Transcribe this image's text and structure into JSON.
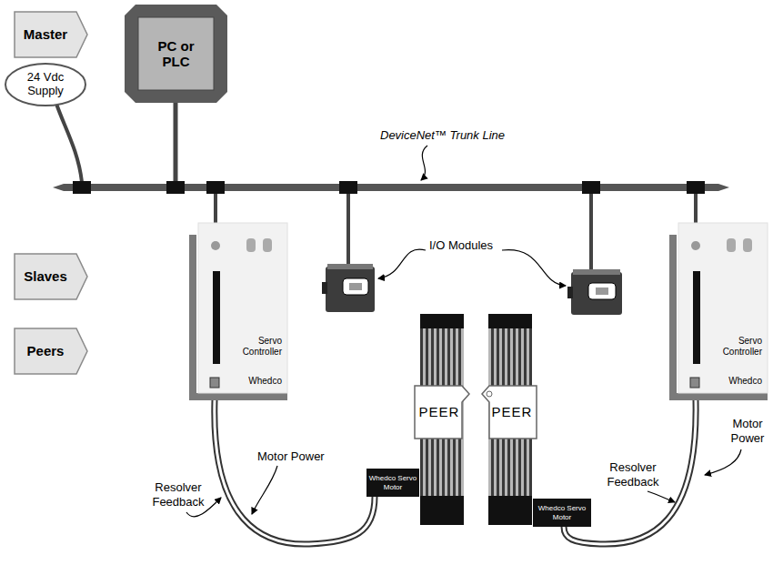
{
  "diagram": {
    "nodes": [
      {
        "text": [
          "Master"
        ]
      },
      {
        "text": [
          "PC or PLC"
        ]
      },
      {
        "text": [
          "24 Vdc Supply"
        ]
      },
      {
        "text": [
          "Slaves"
        ]
      },
      {
        "text": [
          "Servo Controller",
          "Whedco"
        ]
      },
      {
        "text": [
          "Servo Controller",
          "Whedco"
        ]
      },
      {
        "text": [
          "Peers"
        ]
      },
      {
        "text": [
          "PEER"
        ]
      },
      {
        "text": [
          "PEER"
        ]
      },
      {
        "text": [
          "Whedco Servo Motor"
        ]
      },
      {
        "text": [
          "Whedco Servo Motor"
        ]
      }
    ],
    "edges": [
      {
        "from": 4,
        "to": 9,
        "arrow": "none"
      },
      {
        "from": 5,
        "to": 10,
        "arrow": "none"
      }
    ],
    "labels": [
      "DeviceNet™ Trunk Line",
      "I/O Modules",
      "Motor Power",
      "Resolver Feedback",
      "Motor Power",
      "Resolver Feedback"
    ]
  }
}
